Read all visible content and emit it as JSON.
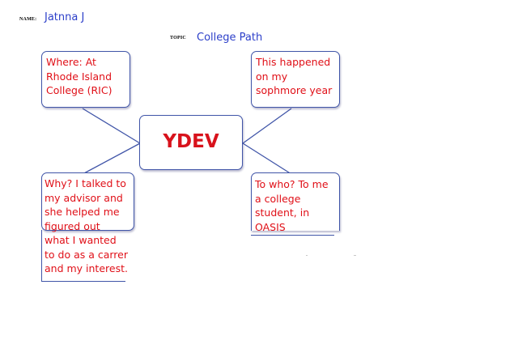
{
  "header": {
    "name_label": "NAME:",
    "name_value": "Jatnna J",
    "topic_label": "TOPIC",
    "topic_value": "College Path"
  },
  "diagram": {
    "center": "YDEV",
    "top_left": "Where: At\nRhode Island\nCollege (RIC)",
    "top_right": "This happened\non my\nsophmore year",
    "bottom_left": "Why? I talked to\nmy advisor and\nshe helped me\nfigured out\nwhat I wanted\nto do as a carrer\nand my interest.",
    "bottom_right": "To who? To me\na college\nstudent, in\nOASIS"
  },
  "colors": {
    "box_border": "#4055a8",
    "box_text": "#e01018",
    "header_text": "#2c3fc9"
  }
}
